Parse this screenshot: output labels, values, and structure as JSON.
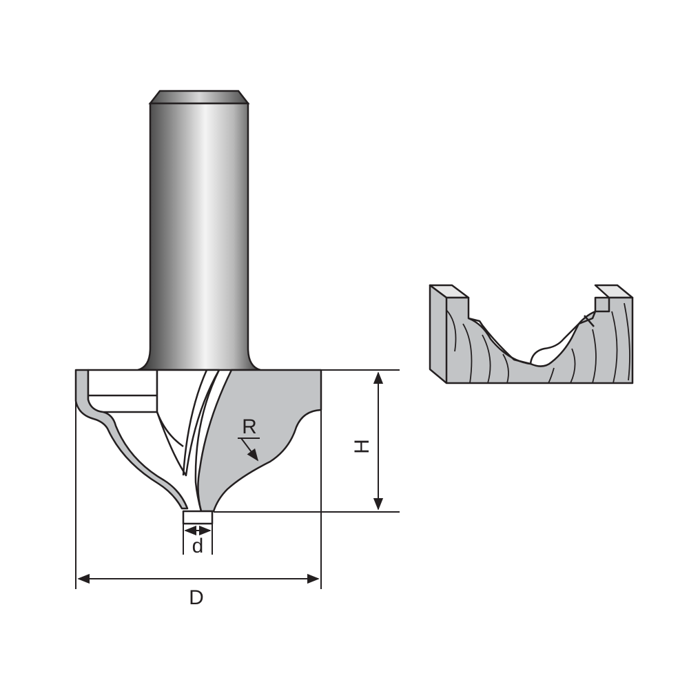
{
  "labels": {
    "radius": "R",
    "height": "H",
    "shank_diameter": "d",
    "cutting_diameter": "D"
  },
  "colors": {
    "outline": "#231f20",
    "steel_light": "#f2f2f2",
    "steel_dark": "#3a3a3a",
    "carbide": "#c2c4c6",
    "wood": "#c2c4c6",
    "background": "#ffffff"
  }
}
